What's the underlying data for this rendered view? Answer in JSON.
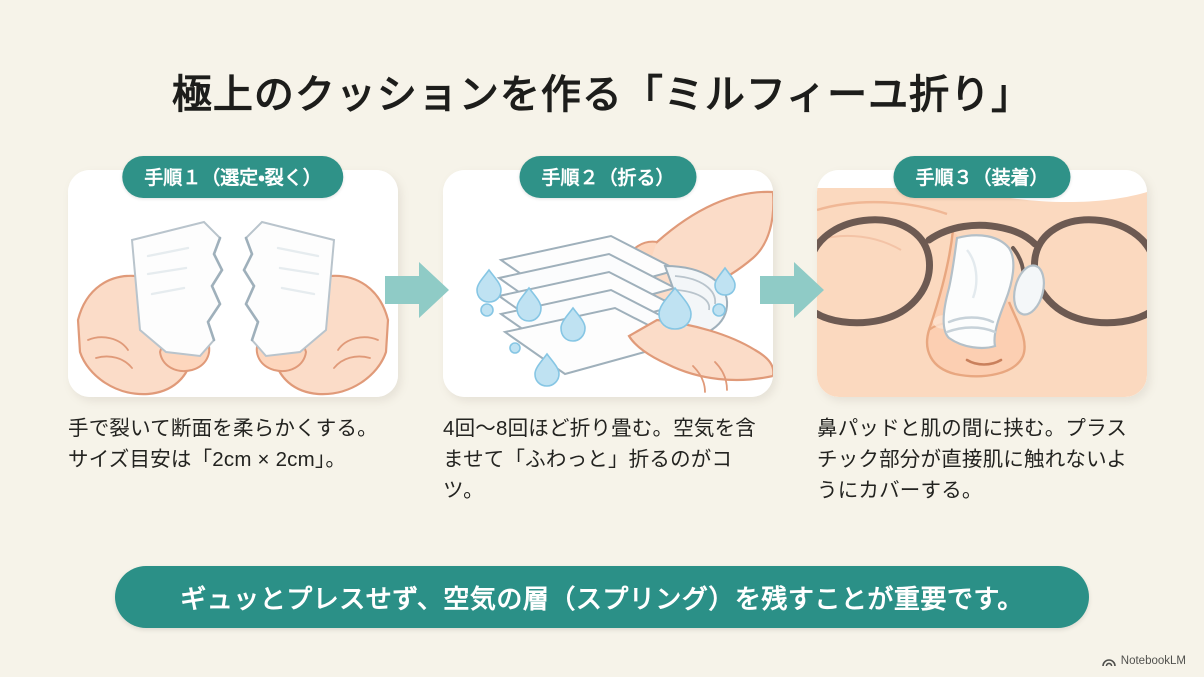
{
  "page": {
    "background_color": "#f6f3e9",
    "title": "極上のクッションを作る「ミルフィーユ折り」"
  },
  "theme": {
    "teal": "#2f9288",
    "banner_teal": "#2b9087",
    "arrow_teal": "#8fcbc6",
    "text_color": "#232320",
    "card_bg": "#ffffff"
  },
  "steps": [
    {
      "badge": "手順１（選定・裂く）",
      "image_name": "hands-tearing-cotton-pad-illustration",
      "caption": "手で裂いて断面を柔らかくする。サイズ目安は「2cm × 2cm」。"
    },
    {
      "badge": "手順２（折る）",
      "image_name": "hands-folding-layered-tissue-illustration",
      "caption": "4回〜8回ほど折り畳む。空気を含ませて「ふわっと」折るのがコツ。"
    },
    {
      "badge": "手順３（装着）",
      "image_name": "glasses-nose-pad-with-tissue-illustration",
      "caption": "鼻パッドと肌の間に挟む。プラスチック部分が直接肌に触れないようにカバーする。"
    }
  ],
  "arrows": [
    {
      "name": "arrow-step1-to-step2",
      "direction": "right"
    },
    {
      "name": "arrow-step2-to-step3",
      "direction": "right"
    }
  ],
  "banner": {
    "text": "ギュッとプレスせず、空気の層（スプリング）を残すことが重要です。"
  },
  "watermark": {
    "label": "NotebookLM",
    "icon": "notebooklm-arc-icon"
  }
}
